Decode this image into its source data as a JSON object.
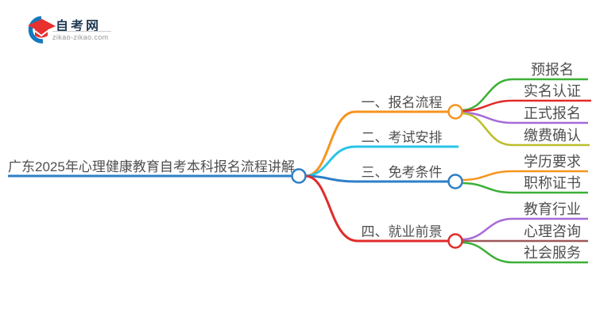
{
  "logo": {
    "site_name": "自考网",
    "site_url": "zikao-zikao.com",
    "icon": "graduation-cap-with-swoosh",
    "colors": {
      "swoosh": "#1478BD",
      "cap": "#E8302F",
      "name_text": "#1E3A52",
      "url_text": "#999999"
    }
  },
  "mindmap": {
    "text_color": "#4F4F4F",
    "root": {
      "label": "广东2025年心理健康教育自考本科报名流程讲解",
      "color": "#2E7FC5"
    },
    "branches": [
      {
        "label": "一、报名流程",
        "color": "#F7941E",
        "children": [
          {
            "label": "预报名",
            "color": "#3CB037"
          },
          {
            "label": "实名认证",
            "color": "#E12B2B"
          },
          {
            "label": "正式报名",
            "color": "#A66BD8"
          },
          {
            "label": "缴费确认",
            "color": "#BCBE2B"
          }
        ]
      },
      {
        "label": "二、考试安排",
        "color": "#29C5E8",
        "children": []
      },
      {
        "label": "三、免考条件",
        "color": "#2E7FC5",
        "children": [
          {
            "label": "学历要求",
            "color": "#F7941E"
          },
          {
            "label": "职称证书",
            "color": "#3CB037"
          }
        ]
      },
      {
        "label": "四、就业前景",
        "color": "#E12B2B",
        "children": [
          {
            "label": "教育行业",
            "color": "#A66BD8"
          },
          {
            "label": "心理咨询",
            "color": "#9E5757"
          },
          {
            "label": "社会服务",
            "color": "#3CB037"
          }
        ]
      }
    ]
  }
}
